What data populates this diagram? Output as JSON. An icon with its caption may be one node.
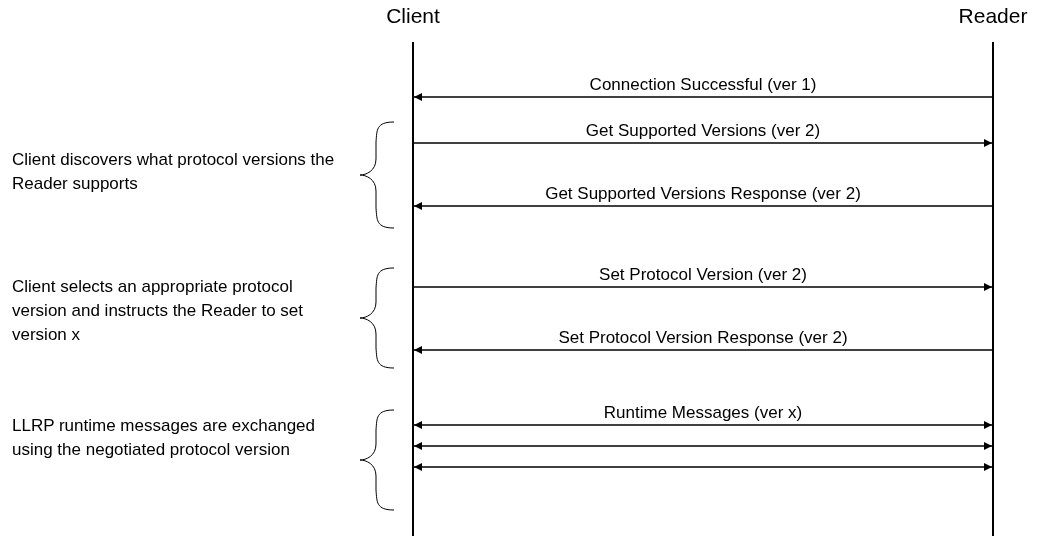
{
  "diagram": {
    "nodes": [
      {
        "text": [
          "Client"
        ]
      },
      {
        "text": [
          "Reader"
        ]
      }
    ],
    "edges": [
      {
        "from": 1,
        "to": 0,
        "arrow": "to",
        "label": "Connection Successful (ver 1)"
      },
      {
        "from": 0,
        "to": 1,
        "arrow": "to",
        "label": "Get Supported Versions (ver 2)"
      },
      {
        "from": 1,
        "to": 0,
        "arrow": "to",
        "label": "Get Supported Versions Response (ver 2)"
      },
      {
        "from": 0,
        "to": 1,
        "arrow": "to",
        "label": "Set Protocol Version (ver 2)"
      },
      {
        "from": 1,
        "to": 0,
        "arrow": "to",
        "label": "Set Protocol Version Response (ver 2)"
      },
      {
        "from": 0,
        "to": 1,
        "arrow": "both",
        "label": "Runtime Messages (ver x)"
      },
      {
        "from": 0,
        "to": 1,
        "arrow": "both"
      },
      {
        "from": 0,
        "to": 1,
        "arrow": "both"
      }
    ],
    "labels": [
      "Client discovers what protocol versions the Reader supports",
      "Client selects an appropriate protocol version and instructs the Reader to set version x",
      "LLRP runtime messages are exchanged using the negotiated protocol version"
    ]
  }
}
